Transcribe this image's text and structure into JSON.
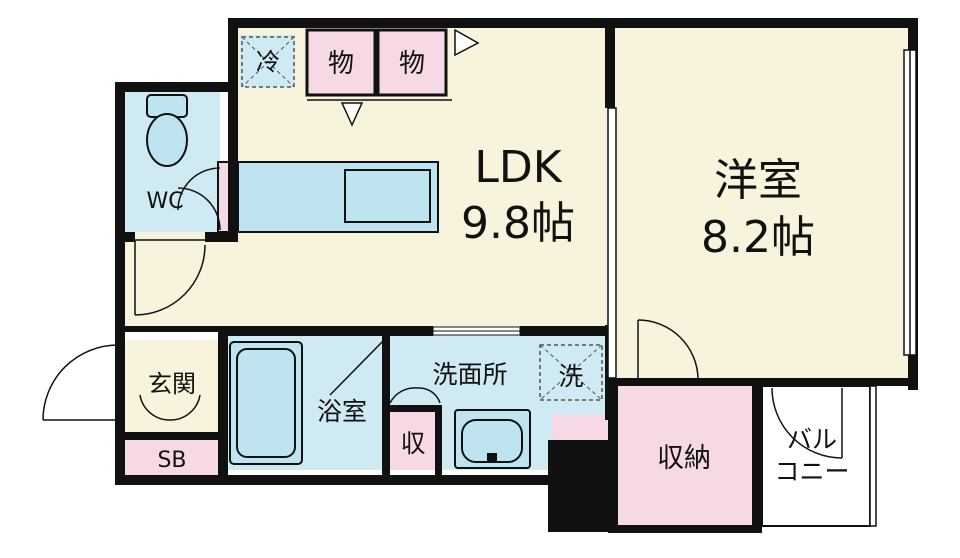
{
  "colors": {
    "wall": "#111111",
    "floor_cream": "#f7f3dc",
    "wet_blue": "#cfeaf3",
    "storage_pink": "#f6d9e4",
    "fixture_blue": "#bfe4f1",
    "white": "#ffffff"
  },
  "rooms": {
    "ldk_name": "LDK",
    "ldk_size": "9.8帖",
    "western_name": "洋室",
    "western_size": "8.2帖",
    "wc": "WC",
    "entrance": "玄関",
    "shoe_box": "SB",
    "bathroom": "浴室",
    "washroom": "洗面所",
    "closet": "収納",
    "small_storage": "収",
    "balcony_line1": "バル",
    "balcony_line2": "コニー"
  },
  "fixtures": {
    "fridge": "冷",
    "storage_a": "物",
    "storage_b": "物",
    "washer": "洗"
  }
}
